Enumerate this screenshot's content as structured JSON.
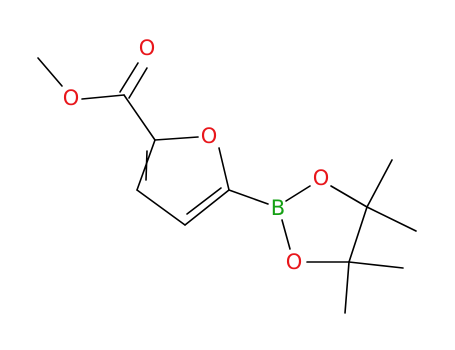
{
  "molecule": {
    "atoms": [
      {
        "id": "o_methoxy",
        "symbol": "O",
        "color": "#e8161b"
      },
      {
        "id": "o_carbonyl",
        "symbol": "O",
        "color": "#e8161b"
      },
      {
        "id": "o_furan",
        "symbol": "O",
        "color": "#e8161b"
      },
      {
        "id": "b_boron",
        "symbol": "B",
        "color": "#15a014"
      },
      {
        "id": "o_dioxaborolane_upper",
        "symbol": "O",
        "color": "#e8161b"
      },
      {
        "id": "o_dioxaborolane_lower",
        "symbol": "O",
        "color": "#e8161b"
      }
    ]
  }
}
